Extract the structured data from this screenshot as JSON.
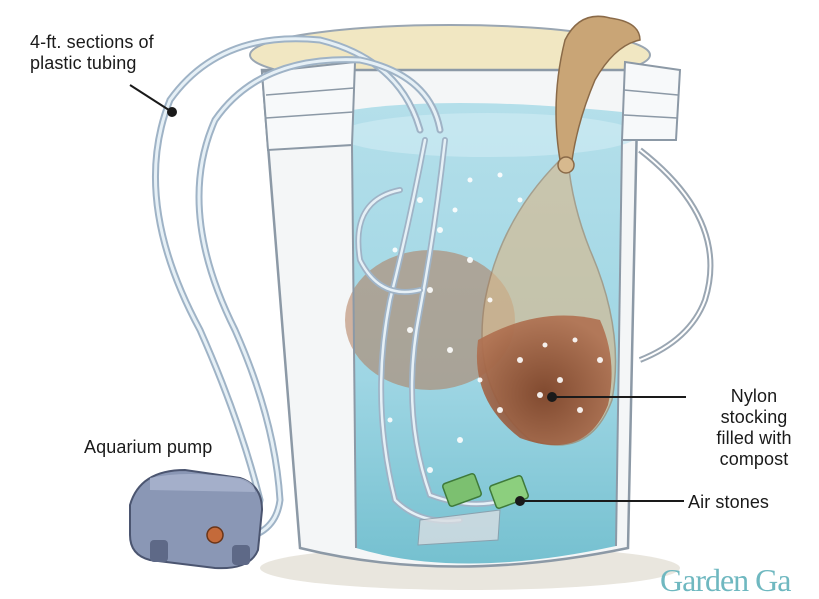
{
  "labels": {
    "tubing_line1": "4-ft. sections of",
    "tubing_line2": "plastic tubing",
    "pump": "Aquarium pump",
    "nylon_line1": "Nylon",
    "nylon_line2": "stocking",
    "nylon_line3": "filled with",
    "nylon_line4": "compost",
    "air_stones": "Air stones"
  },
  "watermark": "Garden Ga",
  "colors": {
    "water": "#8fd0e0",
    "water_deep": "#5fb7c9",
    "compost": "#8a4a2a",
    "tubing": "#c9dbe8",
    "pump": "#8a97b5",
    "air_stone": "#7cc070",
    "brand": "#6fb8c0"
  }
}
